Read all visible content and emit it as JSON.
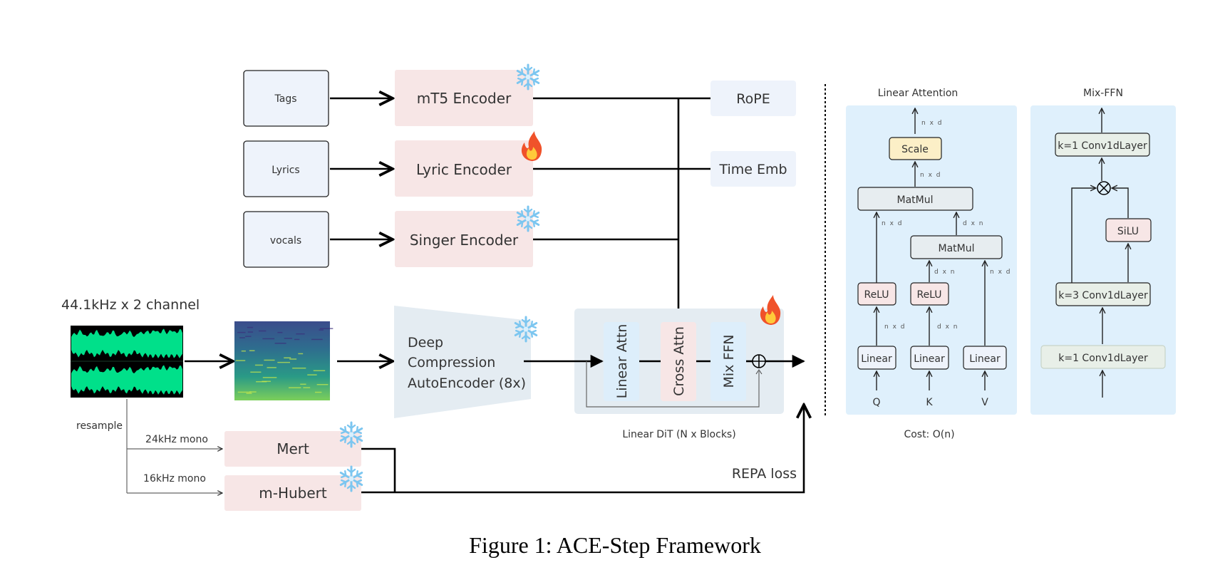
{
  "figure": {
    "caption": "Figure 1: ACE-Step Framework"
  },
  "inputs": [
    {
      "label": "Tags"
    },
    {
      "label": "Lyrics"
    },
    {
      "label": "vocals"
    }
  ],
  "encoders": [
    {
      "label": "mT5 Encoder",
      "state": "frozen",
      "icon": "snowflake-icon"
    },
    {
      "label": "Lyric Encoder",
      "state": "trainable",
      "icon": "fire-icon"
    },
    {
      "label": "Singer Encoder",
      "state": "frozen",
      "icon": "snowflake-icon"
    }
  ],
  "side_inputs": [
    {
      "label": "RoPE"
    },
    {
      "label": "Time Emb"
    }
  ],
  "audio": {
    "title": "44.1kHz x 2 channel",
    "resample_label": "resample",
    "branches": [
      {
        "label": "24kHz mono",
        "model": "Mert",
        "state": "frozen"
      },
      {
        "label": "16kHz mono",
        "model": "m-Hubert",
        "state": "frozen"
      }
    ]
  },
  "dcae": {
    "lines": [
      "Deep",
      "Compression",
      "AutoEncoder (8x)"
    ],
    "state": "frozen"
  },
  "dit": {
    "blocks": [
      {
        "label": "Linear Attn"
      },
      {
        "label": "Cross Attn"
      },
      {
        "label": "Mix FFN"
      }
    ],
    "caption": "Linear DiT (N x Blocks)",
    "state": "trainable",
    "residual_symbol": "⊕"
  },
  "repa": {
    "label": "REPA loss"
  },
  "linear_attention": {
    "title": "Linear Attention",
    "cost": "Cost: O(n)",
    "scale": "Scale",
    "matmul_top": "MatMul",
    "matmul_mid": "MatMul",
    "relu": [
      "ReLU",
      "ReLU"
    ],
    "linear": [
      "Linear",
      "Linear",
      "Linear"
    ],
    "inputs": [
      "Q",
      "K",
      "V"
    ],
    "dims": {
      "out": "n x d",
      "scale_in": "n x d",
      "left_mid": "n x d",
      "right_mid": "d x n",
      "relu_q_in": "n x d",
      "relu_k_out": "d x n",
      "relu_k_in": "d x n",
      "v_up": "n x d"
    }
  },
  "mix_ffn": {
    "title": "Mix-FFN",
    "top_conv": "k=1 Conv1dLayer",
    "mult_symbol": "⊗",
    "silu": "SiLU",
    "mid_conv": "k=3 Conv1dLayer",
    "bottom_conv": "k=1 Conv1dLayer"
  },
  "colors": {
    "input_box": "#eef3fb",
    "encoder_box": "#f7e6e6",
    "side_box": "#eef3fb",
    "dit_bg": "#e4ecf2",
    "attn_block": "#ddeefb",
    "cross_block": "#f7e6e6",
    "panel_bg": "#dff0fc",
    "scale_box": "#fcefc7",
    "matmul_box": "#e7edf0",
    "relu_box": "#f7e6e6",
    "linear_box": "#eef3fb",
    "conv_box": "#e8efe8",
    "waveform": "#00e08a"
  }
}
